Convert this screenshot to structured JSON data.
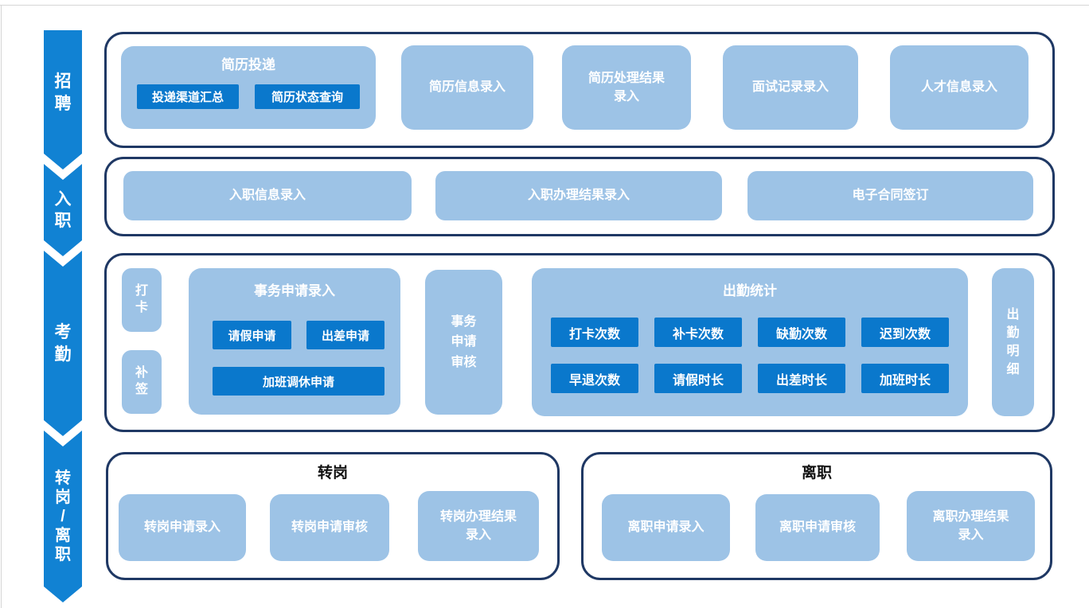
{
  "colors": {
    "stage_arrow_blue": "#1182d3",
    "light_box_blue": "#9dc3e6",
    "dark_button_blue": "#0a78cc",
    "container_border_navy": "#1f3864"
  },
  "stages": [
    {
      "label": "招\n聘"
    },
    {
      "label": "入\n职"
    },
    {
      "label": "考\n勤"
    },
    {
      "label": "转\n岗\n/\n离\n职"
    }
  ],
  "recruitment": {
    "resume_group": {
      "title": "简历投递",
      "buttons": [
        "投递渠道汇总",
        "简历状态查询"
      ]
    },
    "boxes": [
      "简历信息录入",
      "简历处理结果\n录入",
      "面试记录录入",
      "人才信息录入"
    ]
  },
  "onboarding": {
    "boxes": [
      "入职信息录入",
      "入职办理结果录入",
      "电子合同签订"
    ]
  },
  "attendance": {
    "punch_box": "打\n卡",
    "makeup_sign_box": "补\n签",
    "affair_group": {
      "title": "事务申请录入",
      "buttons": [
        "请假申请",
        "出差申请",
        "加班调休申请"
      ]
    },
    "review_box": "事务\n申请\n审核",
    "stats_group": {
      "title": "出勤统计",
      "buttons": [
        "打卡次数",
        "补卡次数",
        "缺勤次数",
        "迟到次数",
        "早退次数",
        "请假时长",
        "出差时长",
        "加班时长"
      ]
    },
    "detail_box": "出\n勤\n明\n细"
  },
  "transfer": {
    "title": "转岗",
    "boxes": [
      "转岗申请录入",
      "转岗申请审核",
      "转岗办理结果\n录入"
    ]
  },
  "resignation": {
    "title": "离职",
    "boxes": [
      "离职申请录入",
      "离职申请审核",
      "离职办理结果\n录入"
    ]
  }
}
